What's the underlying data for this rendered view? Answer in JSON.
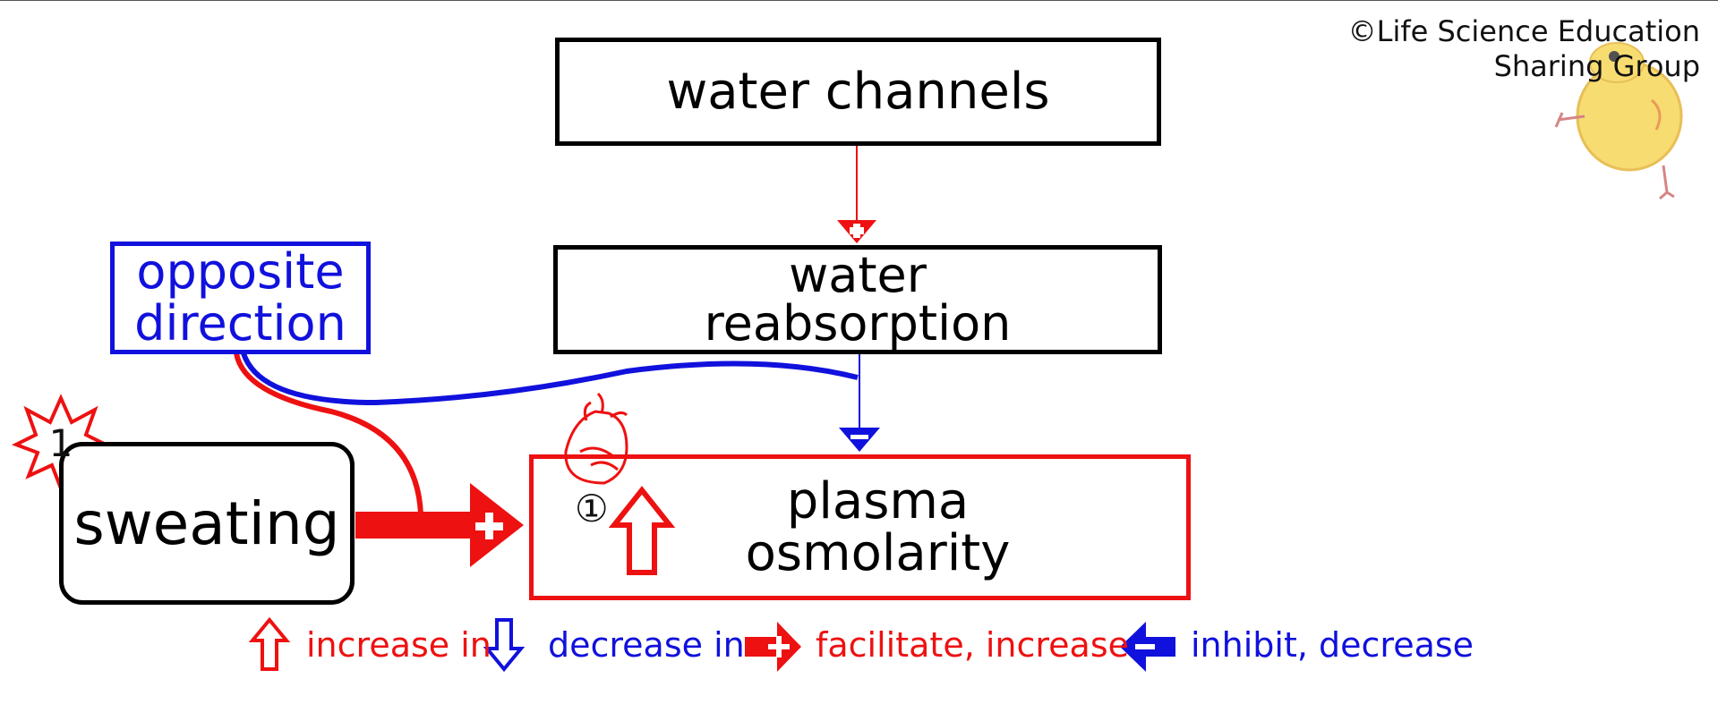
{
  "copyright": {
    "line1": "©Life Science Education",
    "line2": "Sharing Group"
  },
  "boxes": {
    "water_channels": "water channels",
    "water_reabsorption": {
      "line1": "water",
      "line2": "reabsorption"
    },
    "opposite_direction": {
      "line1": "opposite",
      "line2": "direction"
    },
    "sweating": "sweating",
    "plasma_osmolarity": {
      "line1": "plasma",
      "line2": "osmolarity"
    }
  },
  "markers": {
    "sweating_badge": "1",
    "plasma_circled": "①"
  },
  "legend": {
    "increase": "increase in",
    "decrease": "decrease in",
    "facilitate": "facilitate, increase",
    "inhibit": "inhibit, decrease"
  },
  "colors": {
    "red": "#ee1111",
    "blue": "#1111dd",
    "black": "#000000"
  },
  "icons": [
    "heart-icon",
    "chick-illustration",
    "starburst-badge"
  ]
}
